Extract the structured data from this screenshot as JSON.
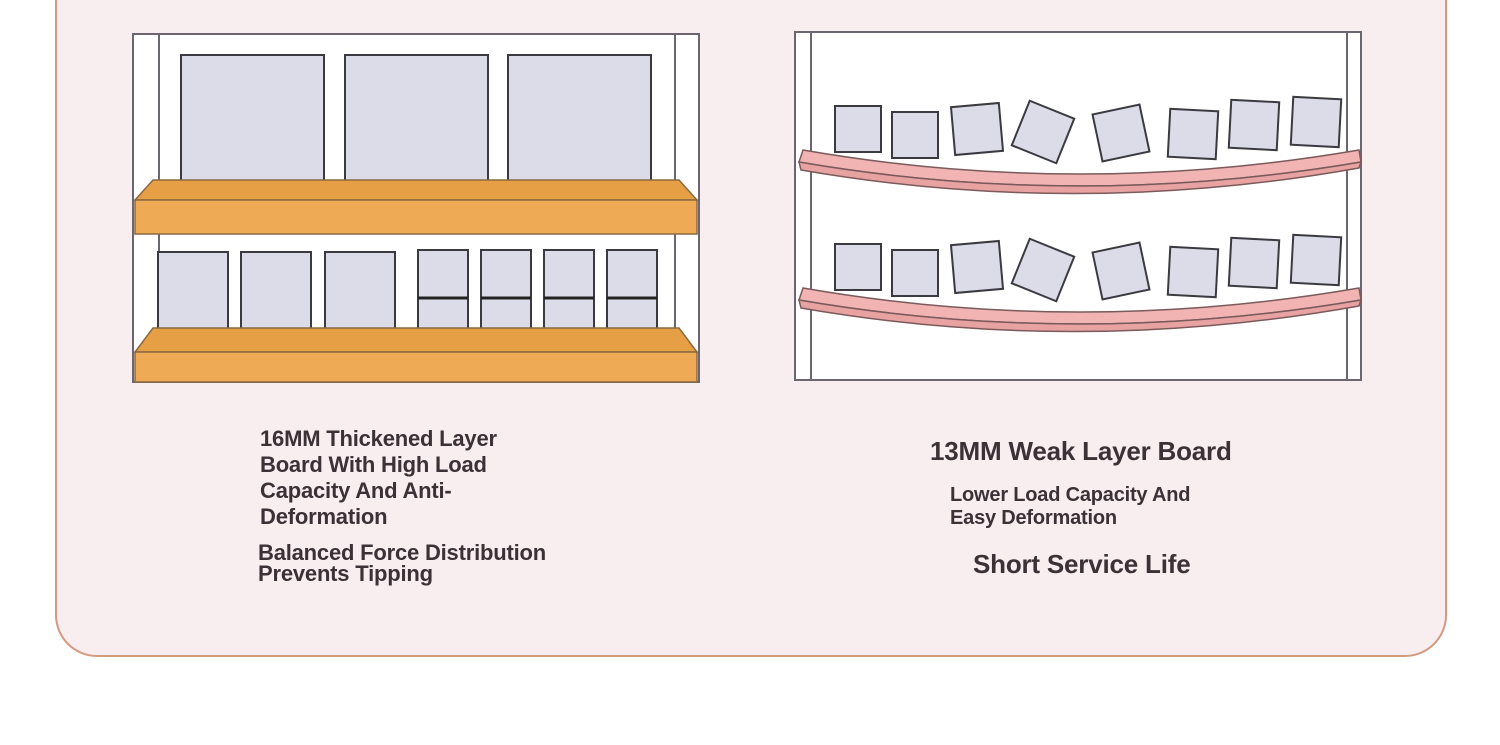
{
  "left_panel": {
    "heading": "16MM Thickened Layer Board With High Load Capacity And Anti-Deformation",
    "subheading": "Balanced Force Distribution Prevents Tipping",
    "illustration": "thick-shelf-illustration",
    "shelf_color": "#eeaa55",
    "box_color": "#dcdce8"
  },
  "right_panel": {
    "heading": "13MM Weak Layer Board",
    "subheading": "Lower Load Capacity And Easy Deformation",
    "note": "Short Service Life",
    "illustration": "bent-shelf-illustration",
    "shelf_color": "#f2b3b3",
    "box_color": "#dcdce8"
  },
  "colors": {
    "card_background": "#f8eef0",
    "card_border": "#d49a80",
    "text": "#3a3236"
  }
}
